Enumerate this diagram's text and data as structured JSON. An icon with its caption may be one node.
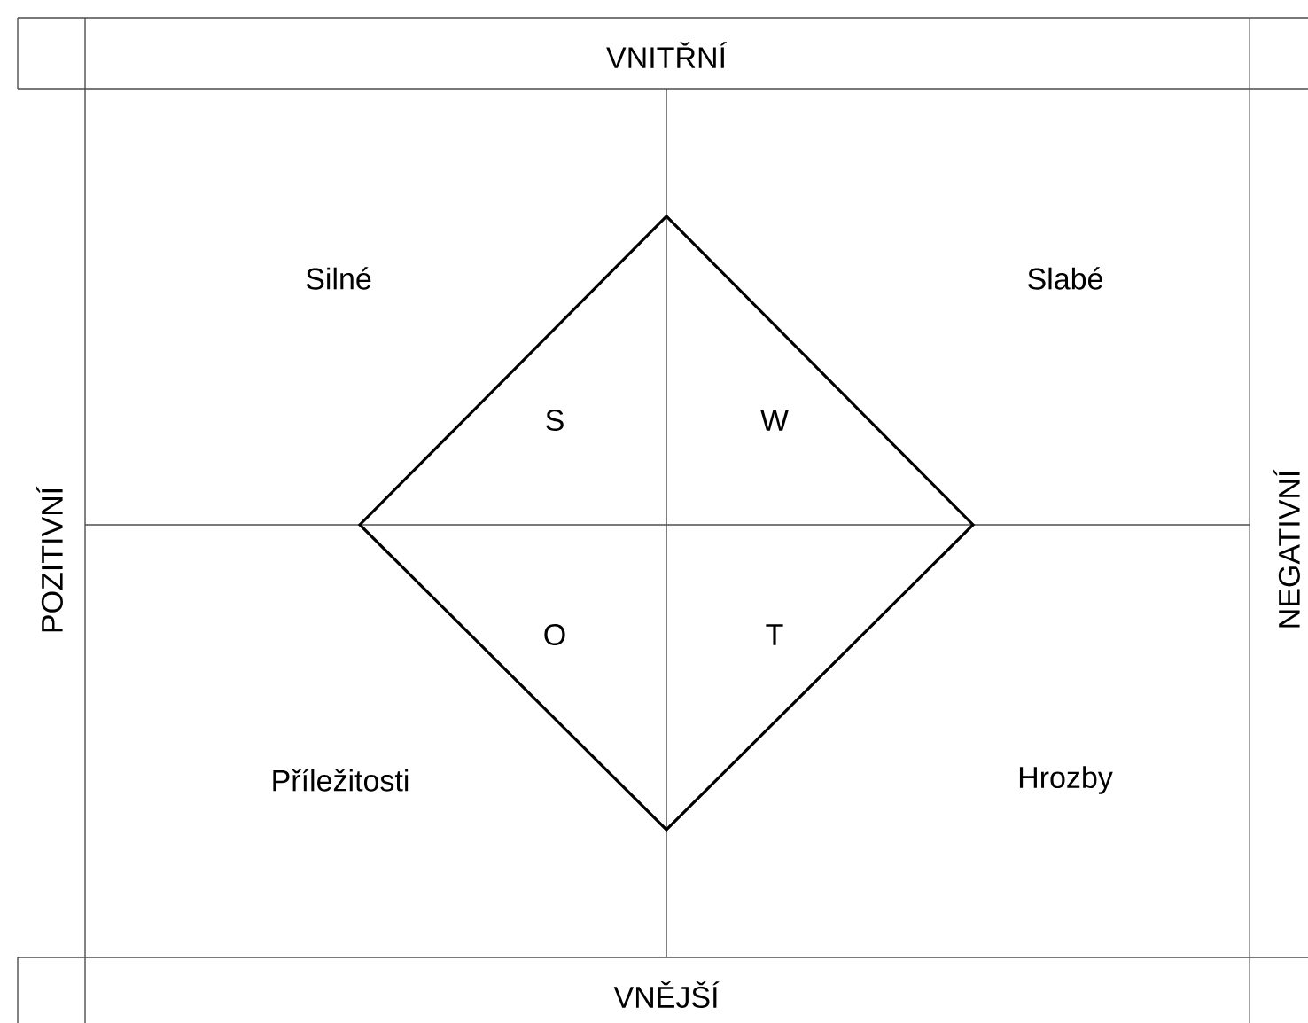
{
  "diagram": {
    "labels": [
      "VNITŘNÍ",
      "Silné",
      "Slabé",
      "S",
      "W",
      "POZITIVNÍ",
      "NEGATIVNÍ",
      "O",
      "T",
      "Příležitosti",
      "Hrozby",
      "VNĚJŠÍ"
    ]
  }
}
